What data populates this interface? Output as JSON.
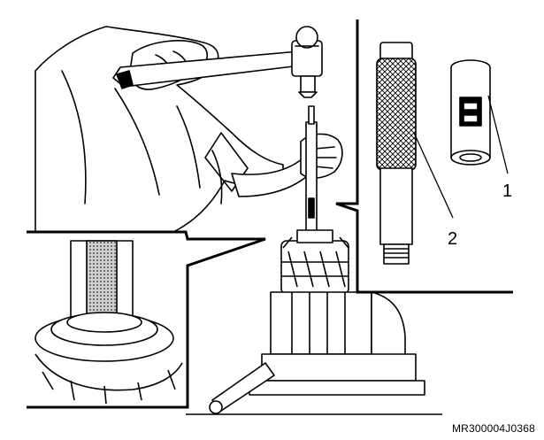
{
  "figure": {
    "callouts": [
      {
        "label": "1"
      },
      {
        "label": "2"
      }
    ],
    "code": "MR300004J0368",
    "colors": {
      "line": "#000000",
      "background": "#ffffff",
      "shade": "#555555"
    }
  }
}
